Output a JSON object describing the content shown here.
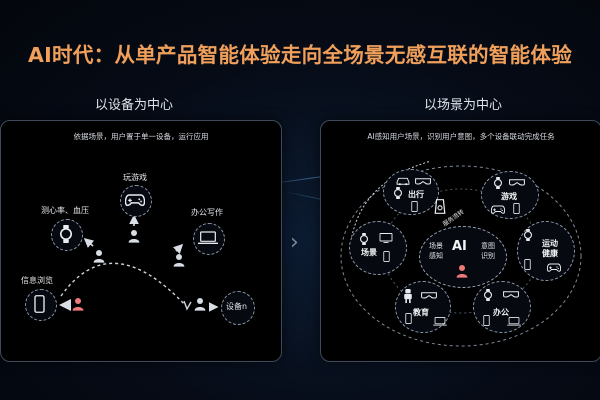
{
  "title": "AI时代：从单产品智能体验走向全场景无感互联的智能体验",
  "left": {
    "heading": "以设备为中心",
    "desc": "依据场景，用户置于单一设备，运行应用",
    "labels": {
      "health": "测心率、血压",
      "game": "玩游戏",
      "office": "办公写作",
      "info": "信息浏览",
      "device_n": "设备n"
    }
  },
  "right": {
    "heading": "以场景为中心",
    "desc": "AI感知用户场景，识别用户意图，多个设备联动完成任务",
    "labels": {
      "travel": "出行",
      "game": "游戏",
      "scene": "场景",
      "sport": "运动\n健康",
      "education": "教育",
      "office": "办公",
      "perception": "场景\n感知",
      "ai": "AI",
      "intent": "意图\n识别",
      "service": "服务流转"
    }
  },
  "icons": {
    "person": "person-icon",
    "watch": "watch-icon",
    "gamepad": "gamepad-icon",
    "laptop": "laptop-icon",
    "phone": "phone-icon",
    "glasses": "vr-glasses-icon",
    "car": "car-icon",
    "speaker": "speaker-icon",
    "tv": "tv-icon",
    "robot": "robot-icon"
  },
  "colors": {
    "title": "#f0a05a",
    "user": "#f07a7a",
    "arrow_highlight": "#f07070",
    "panel_border": "#3d4a5b"
  }
}
